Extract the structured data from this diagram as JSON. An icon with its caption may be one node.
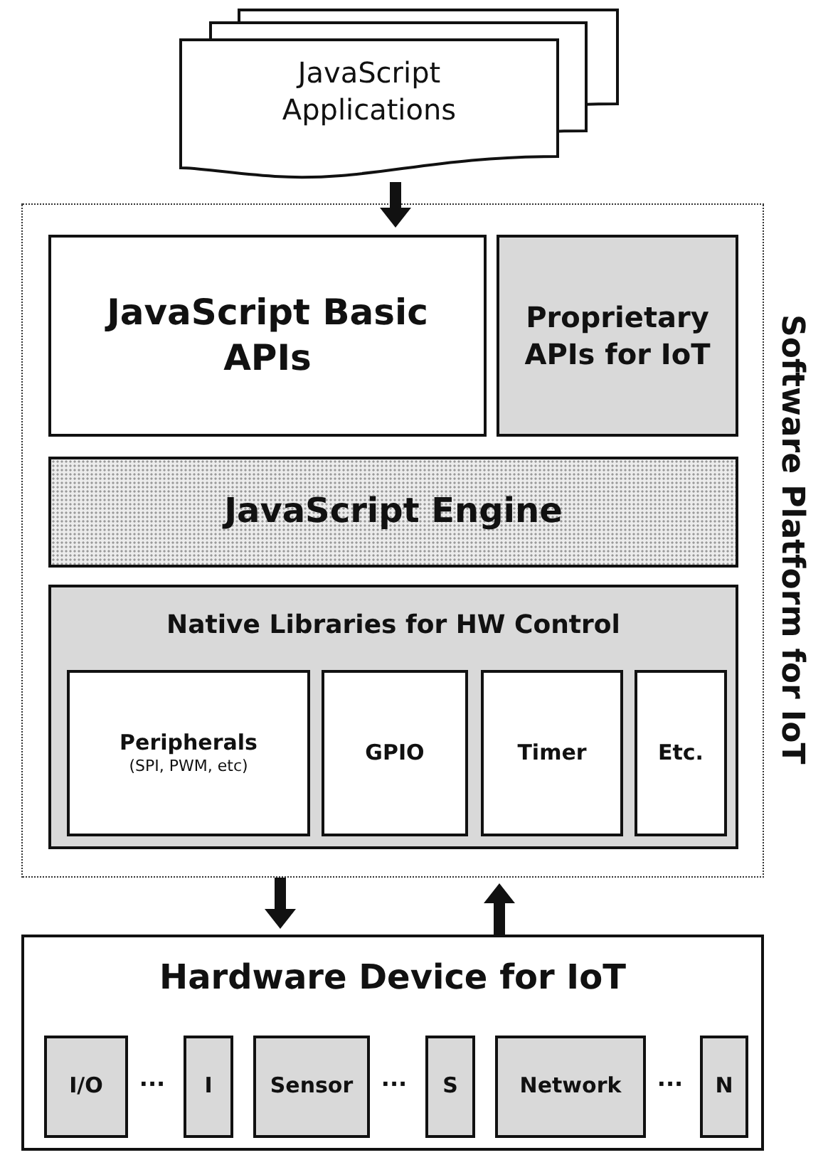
{
  "diagram": {
    "nodes": [
      {
        "text": [
          "JavaScript Applications"
        ]
      },
      {
        "text": [
          "Software Platform for IoT"
        ]
      },
      {
        "text": [
          "JavaScript Basic APIs"
        ],
        "in": 1
      },
      {
        "text": [
          "Proprietary APIs for IoT"
        ],
        "in": 1
      },
      {
        "text": [
          "JavaScript Engine"
        ],
        "in": 1
      },
      {
        "text": [
          "Native Libraries for HW Control"
        ],
        "in": 1
      },
      {
        "text": [
          "Peripherals",
          "(SPI, PWM, etc)"
        ],
        "in": 5
      },
      {
        "text": [
          "GPIO"
        ],
        "in": 5
      },
      {
        "text": [
          "Timer"
        ],
        "in": 5
      },
      {
        "text": [
          "Etc."
        ],
        "in": 5
      },
      {
        "text": [
          "Hardware Device for IoT"
        ]
      },
      {
        "text": [
          "I/O"
        ],
        "in": 10
      },
      {
        "text": [
          "I"
        ],
        "in": 10
      },
      {
        "text": [
          "Sensor"
        ],
        "in": 10
      },
      {
        "text": [
          "S"
        ],
        "in": 10
      },
      {
        "text": [
          "Network"
        ],
        "in": 10
      },
      {
        "text": [
          "N"
        ],
        "in": 10
      }
    ],
    "edges": [
      {
        "from": 0,
        "to": 2,
        "arrow": "to"
      },
      {
        "from": 1,
        "to": 10,
        "arrow": "to"
      },
      {
        "from": 10,
        "to": 1,
        "arrow": "to"
      }
    ],
    "labels": [
      "···",
      "···",
      "···"
    ]
  }
}
